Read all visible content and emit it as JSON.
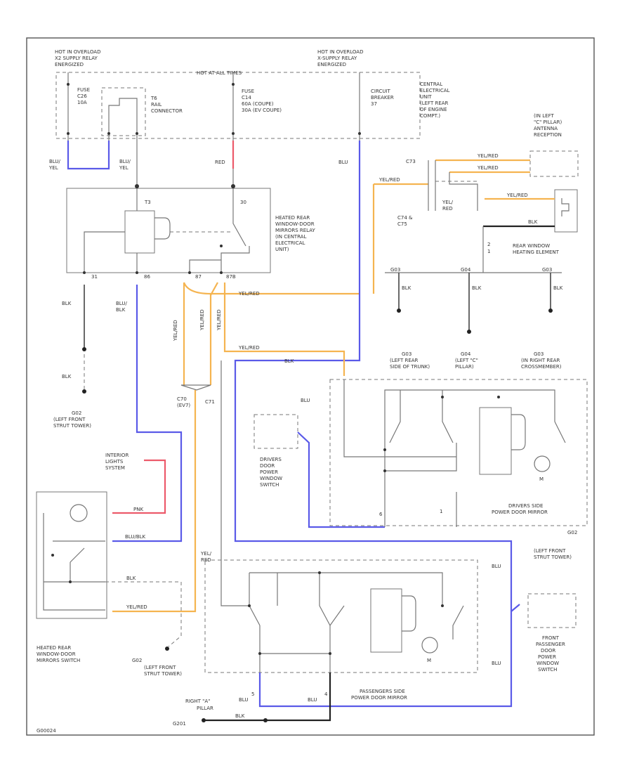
{
  "labels": {
    "hot_overload_left": [
      "HOT IN OVERLOAD",
      "X2 SUPPLY RELAY",
      "ENERGIZED"
    ],
    "hot_overload_right": [
      "HOT IN OVERLOAD",
      "X-SUPPLY RELAY",
      "ENERGIZED"
    ],
    "hot_all_times": "HOT AT ALL TIMES",
    "fuse_left": [
      "FUSE",
      "C26",
      "10A"
    ],
    "connector_t6": [
      "T6",
      "RAIL",
      "CONNECTOR"
    ],
    "fuse_c14": [
      "FUSE",
      "C14",
      "60A (COUPE)",
      "30A (EV COUPE)"
    ],
    "circuit_breaker": [
      "CIRCUIT",
      "BREAKER",
      "37"
    ],
    "central_unit": [
      "CENTRAL",
      "ELECTRICAL",
      "UNIT",
      "(LEFT REAR",
      "OF ENGINE",
      "COMPT.)"
    ],
    "wire_blu_yel_1": [
      "BLU/",
      "YEL"
    ],
    "wire_blu_yel_2": [
      "BLU/",
      "YEL"
    ],
    "wire_red": "RED",
    "wire_blu_top": "BLU",
    "relay_pin_t3": "T3",
    "relay_pin_30": "30",
    "relay_name": [
      "HEATED REAR",
      "WINDOW-DOOR",
      "MIRRORS RELAY",
      "(IN CENTRAL",
      "ELECTRICAL",
      "UNIT)"
    ],
    "relay_pin_31": "31",
    "relay_pin_86": "86",
    "relay_pin_87": "87",
    "relay_pin_87b": "87B",
    "antenna": [
      "(IN LEFT",
      "\"C\" PILLAR)",
      "ANTENNA",
      "RECEPTION"
    ],
    "wire_yel_red_1": "YEL/RED",
    "wire_yel_red_2": "YEL/RED",
    "wire_yel_red_3": "YEL/RED",
    "wire_yel_red_4": "YEL/RED",
    "wire_yel_red_5": "YEL/RED",
    "wire_yel_red_6": "YEL/RED",
    "conn_c73": "C73",
    "conn_c74": "C74 &",
    "conn_c75": "C75",
    "wire_yel_red_st": [
      "YEL/",
      "RED"
    ],
    "wire_blk_rear": "BLK",
    "rear_window": [
      "REAR WINDOW",
      "HEATING ELEMENT"
    ],
    "pin_2": "2",
    "pin_1": "1",
    "wire_blk_1": "BLK",
    "wire_blk_2": "BLK",
    "wire_blu_blk": [
      "BLU/",
      "BLK"
    ],
    "grounds_top": [
      "G03",
      "G04",
      "G03"
    ],
    "wire_blk_v": [
      "BLK",
      "BLK",
      "BLK"
    ],
    "conn_g03_label": [
      "G03",
      "(LEFT REAR",
      "SIDE OF TRUNK)"
    ],
    "conn_g04_label": [
      "G04",
      "(LEFT \"C\"",
      "PILLAR)"
    ],
    "conn_g03b_label": [
      "G03",
      "(IN RIGHT REAR",
      "CROSSMEMBER)"
    ],
    "wire_yel_red_v": [
      "YEL/RED",
      "YEL/RED",
      "YEL/RED"
    ],
    "conn_c70": [
      "C70",
      "(EV7)"
    ],
    "conn_c71": "C71",
    "wire_blk_ground": "BLK",
    "g02_label": [
      "G02",
      "(LEFT FRONT",
      "STRUT TOWER)"
    ],
    "wire_blu": "BLU",
    "drivers_switch": [
      "DRIVERS",
      "DOOR",
      "POWER",
      "WINDOW",
      "SWITCH"
    ],
    "drivers_mirror": [
      "DRIVERS SIDE",
      "POWER DOOR MIRROR"
    ],
    "interior_lights": [
      "INTERIOR",
      "LIGHTS",
      "SYSTEM"
    ],
    "wire_pnk": "PNK",
    "wire_blu_blk_2": "BLU/BLK",
    "wire_blk_3": "BLK",
    "wire_yel_red_7": "YEL/RED",
    "heated_switch": [
      "HEATED REAR",
      "WINDOW-DOOR",
      "MIRRORS SWITCH"
    ],
    "g02b_label": [
      "G02",
      "(LEFT FRONT",
      "STRUT TOWER)"
    ],
    "g02c_label": [
      "G02",
      "(LEFT FRONT",
      "STRUT TOWER)"
    ],
    "wire_yel_red_8": [
      "YEL/",
      "RED"
    ],
    "wire_blu_r": [
      "BLU",
      "BLU"
    ],
    "front_pass_switch": [
      "FRONT",
      "PASSENGER",
      "DOOR",
      "POWER",
      "WINDOW",
      "SWITCH"
    ],
    "pass_mirror": [
      "PASSENGERS SIDE",
      "POWER DOOR MIRROR"
    ],
    "right_a_pillar": [
      "RIGHT \"A\"",
      "PILLAR"
    ],
    "g201": "G201",
    "wire_blk_4": "BLK",
    "wire_blu_2": [
      "BLU",
      "BLU"
    ],
    "motor_m": [
      "M",
      "M"
    ],
    "pin_numbers": [
      "5",
      "4",
      "6",
      "1"
    ],
    "footer_code": "G00024"
  }
}
